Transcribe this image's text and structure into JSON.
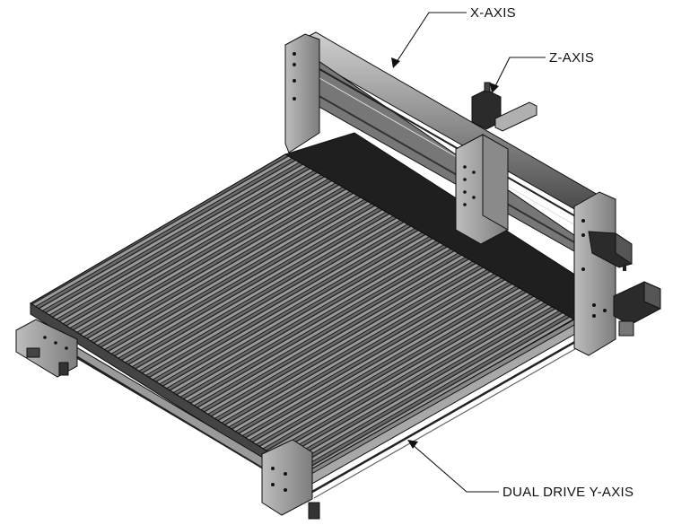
{
  "callouts": {
    "x_axis": {
      "label": "X-AXIS"
    },
    "z_axis": {
      "label": "Z-AXIS"
    },
    "y_axis": {
      "label": "DUAL DRIVE Y-AXIS"
    }
  },
  "colors": {
    "line": "#111111",
    "metal_light": "#c9c9c9",
    "metal_mid": "#8c8c8c",
    "metal_dark": "#3a3a3a",
    "table_slat": "#5a5a5a",
    "bed": "#222222"
  }
}
